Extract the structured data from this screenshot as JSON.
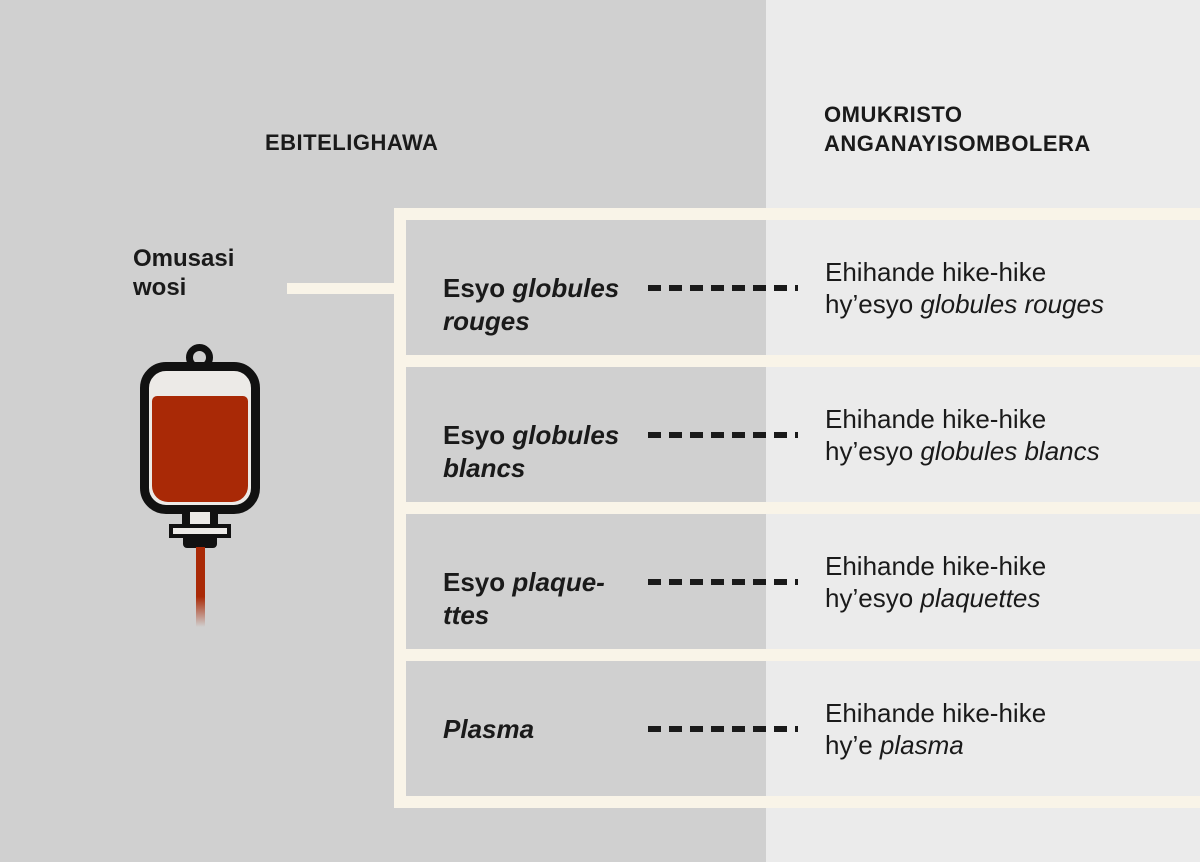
{
  "colors": {
    "panel_left_bg": "#d0d0d0",
    "panel_right_bg": "#ebebeb",
    "line_cream": "#f9f4e8",
    "blood_red": "#a92906",
    "text": "#1a1a1a"
  },
  "headers": {
    "components_column": "EBITELIGHAWA",
    "recipient_column": "OMUKRISTO ANGANAYISOMBOLERA"
  },
  "source_label": "Omusasi wosi",
  "rows": [
    {
      "name_regular": "Esyo ",
      "name_italic_l1": "globules",
      "name_italic_l2": "rouges",
      "desc_l1": "Ehihande hike-hike",
      "desc_l2_regular": "hy’esyo ",
      "desc_l2_italic": "globules rouges"
    },
    {
      "name_regular": "Esyo ",
      "name_italic_l1": "globules",
      "name_italic_l2": "blancs",
      "desc_l1": "Ehihande hike-hike",
      "desc_l2_regular": "hy’esyo ",
      "desc_l2_italic": "globules blancs"
    },
    {
      "name_regular": "Esyo ",
      "name_italic_l1": "plaque-",
      "name_italic_l2": "ttes",
      "desc_l1": "Ehihande hike-hike",
      "desc_l2_regular": "hy’esyo ",
      "desc_l2_italic": "plaquettes"
    },
    {
      "name_regular": "",
      "name_italic_l1": "Plasma",
      "name_italic_l2": "",
      "desc_l1": "Ehihande hike-hike",
      "desc_l2_regular": "hy’e ",
      "desc_l2_italic": "plasma"
    }
  ]
}
